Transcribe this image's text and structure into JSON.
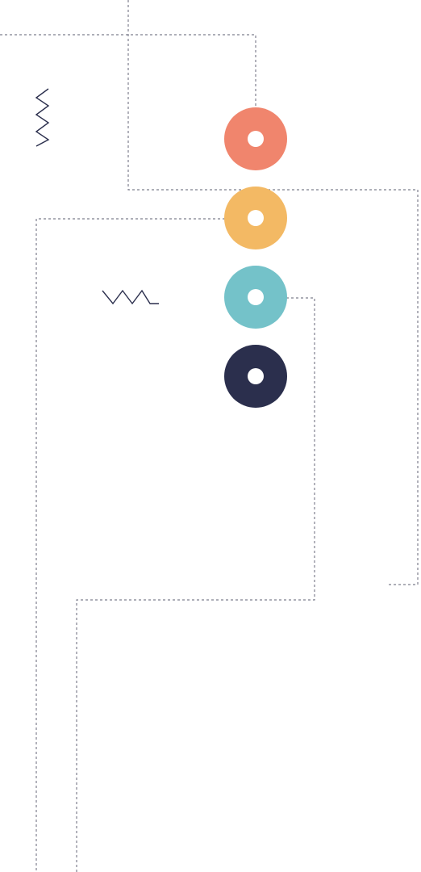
{
  "theme": {
    "background": "#ffffff",
    "connector_color": "#7e7f8e",
    "squiggle_color": "#2b2f4d",
    "hole_color": "#ffffff"
  },
  "nodes": [
    {
      "id": "coral",
      "color": "#f0856d"
    },
    {
      "id": "yellow",
      "color": "#f3b964"
    },
    {
      "id": "teal",
      "color": "#74c2c9"
    },
    {
      "id": "navy",
      "color": "#2b2f4d"
    }
  ],
  "decorations": [
    {
      "id": "squiggle-vertical",
      "icon": "zigzag-icon"
    },
    {
      "id": "squiggle-horizontal",
      "icon": "zigzag-icon"
    }
  ]
}
